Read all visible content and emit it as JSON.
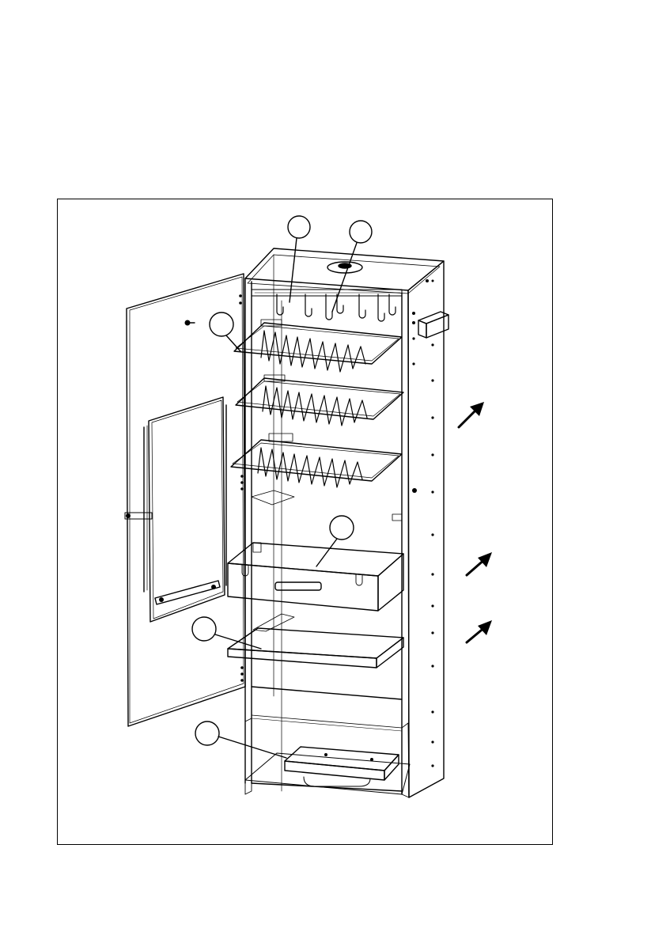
{
  "figure": {
    "subject": "smoker-cabinet-exploded-view",
    "line_color": "#000000",
    "background": "#ffffff",
    "callouts": [
      {
        "id": "callout-1",
        "label": ""
      },
      {
        "id": "callout-2",
        "label": ""
      },
      {
        "id": "callout-3",
        "label": ""
      },
      {
        "id": "callout-4",
        "label": ""
      },
      {
        "id": "callout-5",
        "label": ""
      },
      {
        "id": "callout-6",
        "label": ""
      }
    ],
    "arrows": 3
  }
}
